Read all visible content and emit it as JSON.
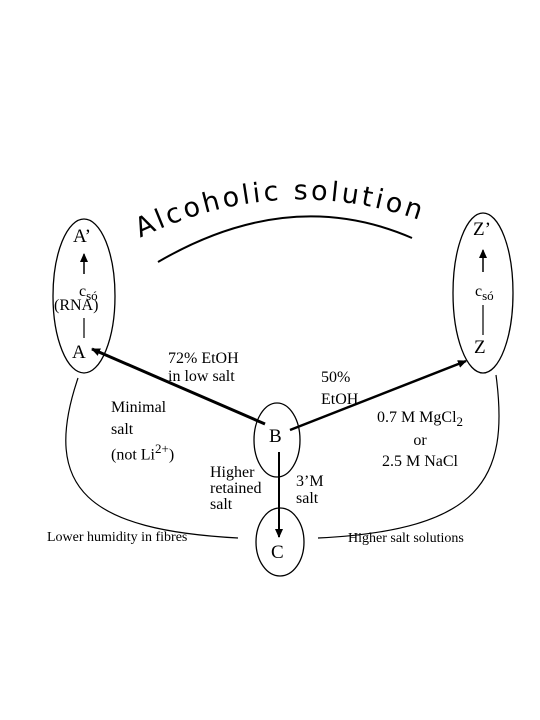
{
  "title": "Alcoholic solutions",
  "nodes": {
    "a_prime": "A’",
    "a": "A",
    "c_left": "c",
    "c_left_sub": "só",
    "rna": "(RNA)",
    "z_prime": "Z’",
    "z": "Z",
    "c_right": "c",
    "c_right_sub": "só",
    "b": "B",
    "c_bottom": "C"
  },
  "edges": {
    "b_to_a_line1": "72% EtOH",
    "b_to_a_line2": "in low salt",
    "minimal_line1": "Minimal",
    "minimal_line2": "salt",
    "minimal_line3_pre": "(not Li",
    "minimal_line3_sup": "2+",
    "minimal_line3_post": ")",
    "b_to_z_line1": "50%",
    "b_to_z_line2": "EtOH",
    "mgcl_line1_pre": "0.7 M MgCl",
    "mgcl_line1_sub": "2",
    "mgcl_line2": "or",
    "mgcl_line3": "2.5 M NaCl",
    "higher_line1": "Higher",
    "higher_line2": "retained",
    "higher_line3": "salt",
    "b_to_c_line1": "3’M",
    "b_to_c_line2": "salt"
  },
  "footer": {
    "lower_humidity": "Lower humidity in fibres",
    "higher_salt": "Higher salt solutions"
  }
}
